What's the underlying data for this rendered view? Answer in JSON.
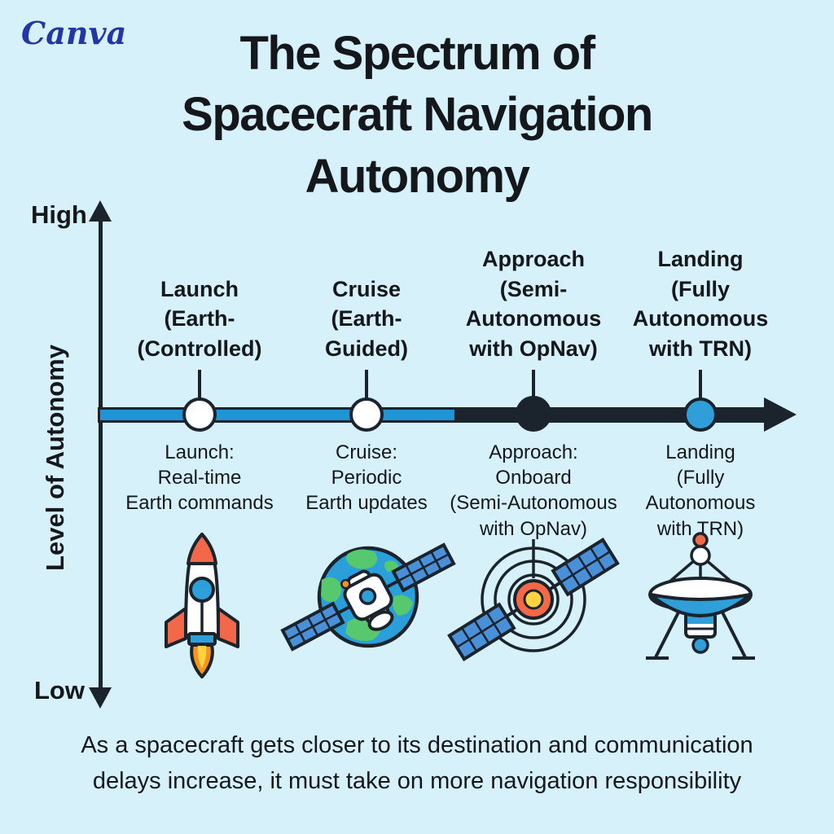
{
  "brand": {
    "logo_text": "Canva"
  },
  "title": {
    "text": "The Spectrum of\nSpacecraft Navigation\nAutonomy"
  },
  "axis": {
    "high_label": "High",
    "low_label": "Low",
    "title": "Level of Autonomy"
  },
  "timeline": {
    "stages": [
      {
        "id": "launch",
        "top_label": "Launch\n(Earth-\n(Controlled)",
        "bottom_label": "Launch:\nReal-time\nEarth commands",
        "icon": "rocket-icon",
        "dot_color": "#ffffff"
      },
      {
        "id": "cruise",
        "top_label": "Cruise\n(Earth-\nGuided)",
        "bottom_label": "Cruise:\nPeriodic\nEarth updates",
        "icon": "earth-orbit-satellite-icon",
        "dot_color": "#ffffff"
      },
      {
        "id": "approach",
        "top_label": "Approach\n(Semi-\nAutonomous\nwith OpNav)",
        "bottom_label": "Approach:\nOnboard\n(Semi-Autonomous\nwith OpNav)",
        "icon": "signal-satellite-icon",
        "dot_color": "#1b242c"
      },
      {
        "id": "landing",
        "top_label": "Landing\n(Fully\nAutonomous\nwith TRN)",
        "bottom_label": "Landing\n(Fully\nAutonomous\nwith TRN)",
        "icon": "dish-antenna-icon",
        "dot_color": "#2e9fd8"
      }
    ]
  },
  "footer": {
    "text": "As a spacecraft gets closer to its destination and communication\ndelays increase, it must take on more navigation responsibility"
  },
  "colors": {
    "background": "#d6f1f9",
    "text": "#14171b",
    "line_dark": "#1b242c",
    "timeline_blue": "#2095d5",
    "accent_blue": "#2e9fd8",
    "canva_blue": "#2236a8",
    "rocket_orange": "#f4684a",
    "flame_orange": "#f7941d",
    "flame_yellow": "#ffd23f",
    "earth_green": "#57c86e",
    "panel_blue": "#4a90d9"
  }
}
